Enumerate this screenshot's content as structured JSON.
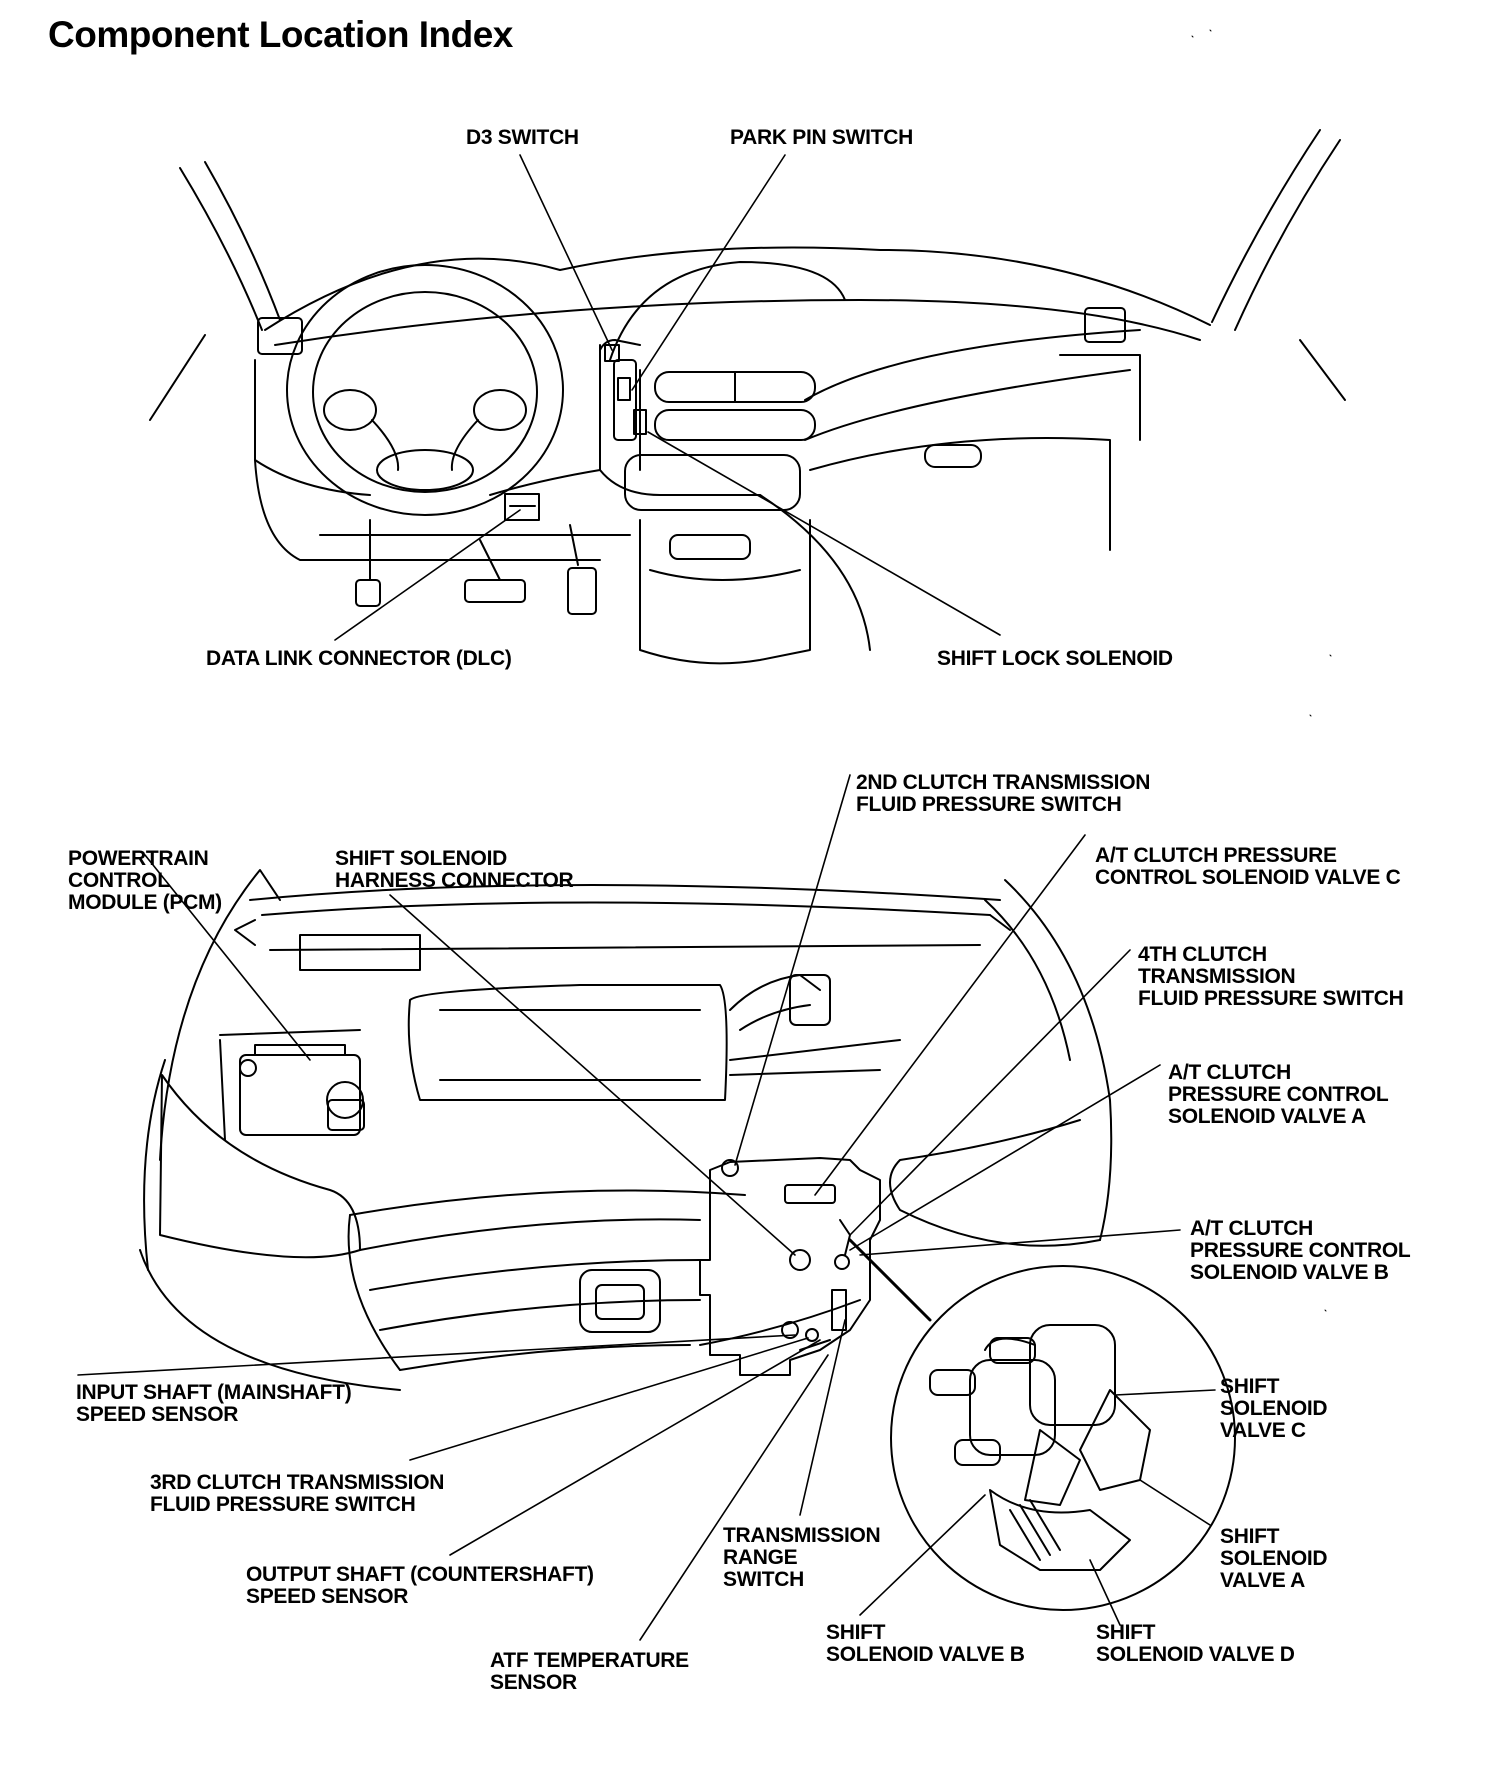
{
  "title": "Component Location Index",
  "dashboard_labels": {
    "d3_switch": [
      "D3 SWITCH"
    ],
    "park_pin_switch": [
      "PARK PIN SWITCH"
    ],
    "dlc": [
      "DATA LINK CONNECTOR (DLC)"
    ],
    "shift_lock_solenoid": [
      "SHIFT LOCK SOLENOID"
    ]
  },
  "engine_labels": {
    "second_clutch_switch": [
      "2ND CLUTCH TRANSMISSION",
      "FLUID PRESSURE SWITCH"
    ],
    "pcm": [
      "POWERTRAIN",
      "CONTROL",
      "MODULE (PCM)"
    ],
    "shift_solenoid_harness": [
      "SHIFT SOLENOID",
      "HARNESS CONNECTOR"
    ],
    "at_clutch_valve_c": [
      "A/T CLUTCH PRESSURE",
      "CONTROL SOLENOID VALVE C"
    ],
    "fourth_clutch_switch": [
      "4TH CLUTCH",
      "TRANSMISSION",
      "FLUID PRESSURE SWITCH"
    ],
    "at_clutch_valve_a": [
      "A/T CLUTCH",
      "PRESSURE CONTROL",
      "SOLENOID VALVE A"
    ],
    "at_clutch_valve_b": [
      "A/T CLUTCH",
      "PRESSURE CONTROL",
      "SOLENOID VALVE B"
    ],
    "input_shaft_sensor": [
      "INPUT SHAFT (MAINSHAFT)",
      "SPEED SENSOR"
    ],
    "third_clutch_switch": [
      "3RD CLUTCH TRANSMISSION",
      "FLUID PRESSURE SWITCH"
    ],
    "output_shaft_sensor": [
      "OUTPUT SHAFT (COUNTERSHAFT)",
      "SPEED SENSOR"
    ],
    "atf_temp_sensor": [
      "ATF TEMPERATURE",
      "SENSOR"
    ],
    "transmission_range_switch": [
      "TRANSMISSION",
      "RANGE",
      "SWITCH"
    ],
    "shift_valve_c": [
      "SHIFT",
      "SOLENOID",
      "VALVE C"
    ],
    "shift_valve_a": [
      "SHIFT",
      "SOLENOID",
      "VALVE A"
    ],
    "shift_valve_b": [
      "SHIFT",
      "SOLENOID VALVE B"
    ],
    "shift_valve_d": [
      "SHIFT",
      "SOLENOID VALVE D"
    ]
  }
}
